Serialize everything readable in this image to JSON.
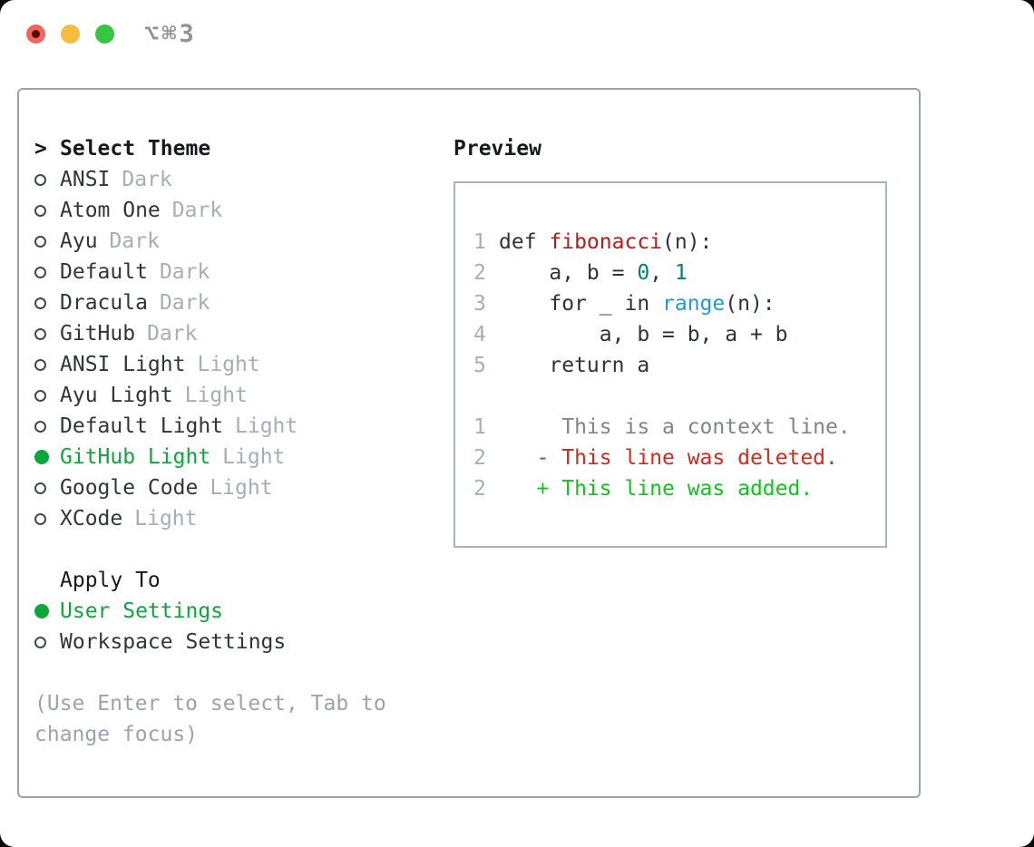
{
  "window": {
    "title": "⌥⌘3"
  },
  "theme_panel": {
    "prompt": ">",
    "header": "Select Theme",
    "items": [
      {
        "label": "ANSI",
        "tag": "Dark",
        "selected": false
      },
      {
        "label": "Atom One",
        "tag": "Dark",
        "selected": false
      },
      {
        "label": "Ayu",
        "tag": "Dark",
        "selected": false
      },
      {
        "label": "Default",
        "tag": "Dark",
        "selected": false
      },
      {
        "label": "Dracula",
        "tag": "Dark",
        "selected": false
      },
      {
        "label": "GitHub",
        "tag": "Dark",
        "selected": false
      },
      {
        "label": "ANSI Light",
        "tag": "Light",
        "selected": false
      },
      {
        "label": "Ayu Light",
        "tag": "Light",
        "selected": false
      },
      {
        "label": "Default Light",
        "tag": "Light",
        "selected": false
      },
      {
        "label": "GitHub Light",
        "tag": "Light",
        "selected": true
      },
      {
        "label": "Google Code",
        "tag": "Light",
        "selected": false
      },
      {
        "label": "XCode",
        "tag": "Light",
        "selected": false
      }
    ],
    "apply_to": {
      "header": "Apply To",
      "items": [
        {
          "label": "User Settings",
          "selected": true
        },
        {
          "label": "Workspace Settings",
          "selected": false
        }
      ]
    },
    "help_lines": [
      "(Use Enter to select, Tab to",
      "change focus)"
    ]
  },
  "preview": {
    "header": "Preview",
    "code_lines": [
      {
        "num": "1",
        "segments": [
          {
            "t": "def ",
            "c": "code"
          },
          {
            "t": "fibonacci",
            "c": "func"
          },
          {
            "t": "(n):",
            "c": "code"
          }
        ]
      },
      {
        "num": "2",
        "segments": [
          {
            "t": "    a, b = ",
            "c": "code"
          },
          {
            "t": "0",
            "c": "number"
          },
          {
            "t": ", ",
            "c": "code"
          },
          {
            "t": "1",
            "c": "number"
          }
        ]
      },
      {
        "num": "3",
        "segments": [
          {
            "t": "    for _ in ",
            "c": "code"
          },
          {
            "t": "range",
            "c": "builtin"
          },
          {
            "t": "(n):",
            "c": "code"
          }
        ]
      },
      {
        "num": "4",
        "segments": [
          {
            "t": "        a, b = b, a + b",
            "c": "code"
          }
        ]
      },
      {
        "num": "5",
        "segments": [
          {
            "t": "    return a",
            "c": "code"
          }
        ]
      }
    ],
    "diff_lines": [
      {
        "num": "1",
        "marker": " ",
        "text": "This is a context line.",
        "kind": "context"
      },
      {
        "num": "2",
        "marker": "-",
        "text": "This line was deleted.",
        "kind": "deleted"
      },
      {
        "num": "2",
        "marker": "+",
        "text": "This line was added.",
        "kind": "added"
      }
    ]
  },
  "colors": {
    "light-red": "#f4645c",
    "light-red-dot": "#550b04",
    "light-yellow": "#f6bc3e",
    "light-green": "#38c543",
    "title-gray": "#8d939b",
    "panel-border": "#99a3ae",
    "preview-border": "#aab3bc",
    "header-black": "#17191c",
    "item-text": "#2f353c",
    "tag-gray": "#a3aebb",
    "radio-ring": "#42484f",
    "accent-green": "#0da63c",
    "help-gray": "#9aa3b0",
    "line-num": "#a4b0bd",
    "code-text": "#2d333a",
    "code-func": "#ad1f1c",
    "code-number": "#0c7d72",
    "code-builtin": "#1f9ad7",
    "diff-context": "#7d858f",
    "diff-deleted": "#cd2b1e",
    "diff-added": "#14c21d"
  }
}
